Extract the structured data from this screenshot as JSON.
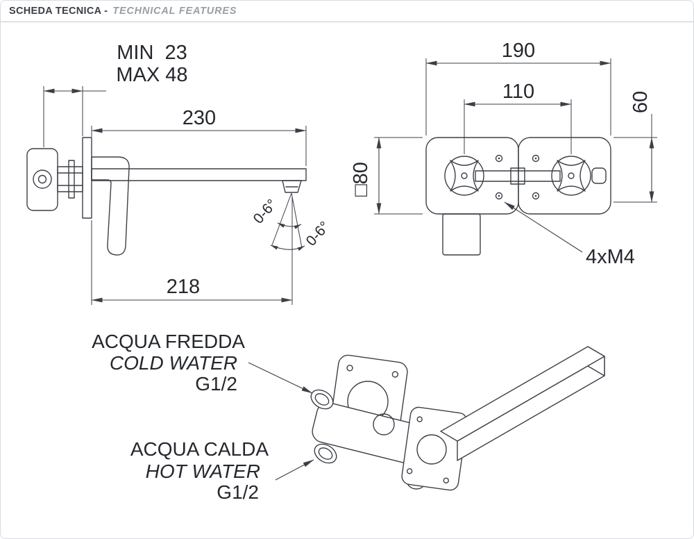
{
  "header": {
    "title_primary": "SCHEDA TECNICA -",
    "title_secondary": "TECHNICAL FEATURES"
  },
  "side_view": {
    "wall_depth_min": "MIN  23",
    "wall_depth_max": "MAX 48",
    "spout_reach": "230",
    "total_projection": "218",
    "swivel_angle_upper": "0-6°",
    "swivel_angle_lower": "0-6°"
  },
  "front_view": {
    "overall_width": "190",
    "handle_centers": "110",
    "side_height": "60",
    "plate_size": "□80",
    "screws": "4xM4"
  },
  "connections": {
    "cold": {
      "label_it": "ACQUA FREDDA",
      "label_en": "COLD WATER",
      "thread": "G1/2"
    },
    "hot": {
      "label_it": "ACQUA CALDA",
      "label_en": "HOT WATER",
      "thread": "G1/2"
    }
  },
  "colors": {
    "line": "#3b3f46",
    "text": "#24272d",
    "header_primary": "#3a3e48",
    "header_secondary": "#989ea6"
  }
}
